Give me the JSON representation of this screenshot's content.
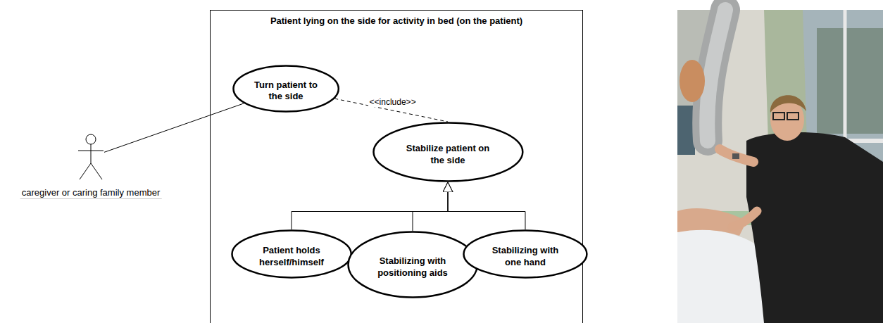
{
  "diagram": {
    "nodes": [
      {
        "text": [
          "caregiver or caring family member"
        ]
      },
      {
        "text": [
          "Patient lying on the side for activity in bed (on the patient)"
        ]
      },
      {
        "text": [
          "Turn patient to the side"
        ],
        "in": 1
      },
      {
        "text": [
          "Stabilize patient on the side"
        ],
        "in": 1
      },
      {
        "text": [
          "Patient holds herself/himself"
        ],
        "in": 1
      },
      {
        "text": [
          "Stabilizing with positioning aids"
        ],
        "in": 1
      },
      {
        "text": [
          "Stabilizing with one hand"
        ],
        "in": 1
      }
    ],
    "edges": [
      {
        "from": 0,
        "to": 2,
        "arrow": "none"
      },
      {
        "from": 2,
        "to": 3,
        "label": "<<include>>",
        "arrow": "none"
      },
      {
        "from": 4,
        "to": 3,
        "arrow": "to"
      },
      {
        "from": 5,
        "to": 3,
        "arrow": "to"
      },
      {
        "from": 6,
        "to": 3,
        "arrow": "to"
      }
    ]
  }
}
